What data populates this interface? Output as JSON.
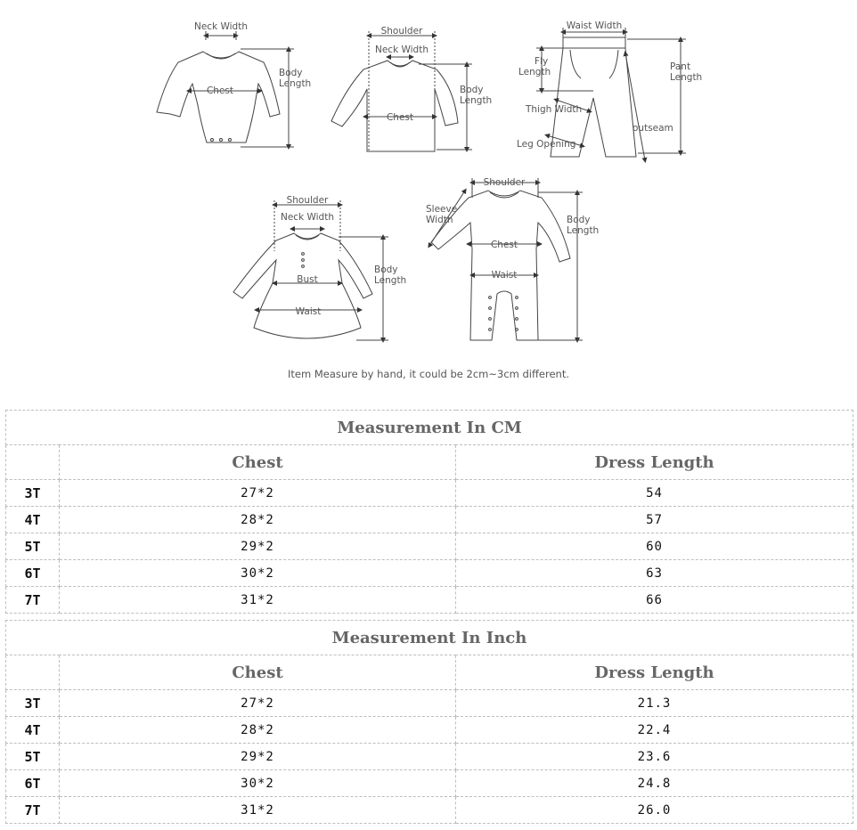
{
  "diagram_labels": {
    "neck_width": "Neck Width",
    "body_length": "Body",
    "body_length_2": "Length",
    "chest": "Chest",
    "shoulder": "Shoulder",
    "waist_width": "Waist Width",
    "fly_length": "Fly",
    "fly_length_2": "Length",
    "pant_length": "Pant",
    "pant_length_2": "Length",
    "thigh_width": "Thigh Width",
    "outseam": "outseam",
    "leg_opening": "Leg Opening",
    "sleeve_width": "Sleeve",
    "sleeve_width_2": "Width",
    "bust": "Bust",
    "waist": "Waist"
  },
  "note": "Item Measure by hand, it could be 2cm~3cm different.",
  "tables": [
    {
      "title": "Measurement In CM",
      "headers": [
        "Chest",
        "Dress Length"
      ],
      "rows": [
        {
          "size": "3T",
          "chest": "27*2",
          "length": "54"
        },
        {
          "size": "4T",
          "chest": "28*2",
          "length": "57"
        },
        {
          "size": "5T",
          "chest": "29*2",
          "length": "60"
        },
        {
          "size": "6T",
          "chest": "30*2",
          "length": "63"
        },
        {
          "size": "7T",
          "chest": "31*2",
          "length": "66"
        }
      ]
    },
    {
      "title": "Measurement In Inch",
      "headers": [
        "Chest",
        "Dress Length"
      ],
      "rows": [
        {
          "size": "3T",
          "chest": "27*2",
          "length": "21.3"
        },
        {
          "size": "4T",
          "chest": "28*2",
          "length": "22.4"
        },
        {
          "size": "5T",
          "chest": "29*2",
          "length": "23.6"
        },
        {
          "size": "6T",
          "chest": "30*2",
          "length": "24.8"
        },
        {
          "size": "7T",
          "chest": "31*2",
          "length": "26.0"
        }
      ]
    }
  ]
}
